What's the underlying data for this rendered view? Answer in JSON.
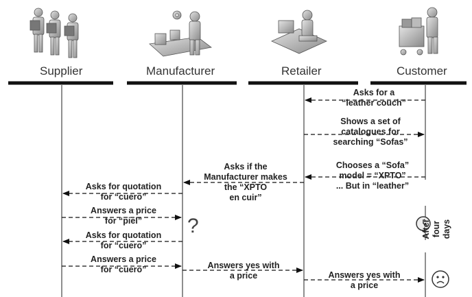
{
  "roles": [
    {
      "id": "supplier",
      "label": "Supplier"
    },
    {
      "id": "manufacturer",
      "label": "Manufacturer"
    },
    {
      "id": "retailer",
      "label": "Retailer"
    },
    {
      "id": "customer",
      "label": "Customer"
    }
  ],
  "messages": [
    {
      "lines": [
        "Asks for a",
        "“leather couch”"
      ],
      "from": "Customer",
      "to": "Retailer"
    },
    {
      "lines": [
        "Shows a set of",
        "catalogues for",
        "searching “Sofas”"
      ],
      "from": "Retailer",
      "to": "Customer"
    },
    {
      "lines": [
        "Chooses a “Sofa”",
        "model = “XPTO”",
        "... But in “leather”"
      ],
      "from": "Customer",
      "to": "Retailer"
    },
    {
      "lines": [
        "Asks if the",
        "Manufacturer makes",
        "the “XPTO",
        "en cuir”"
      ],
      "from": "Retailer",
      "to": "Manufacturer"
    },
    {
      "lines": [
        "Asks for quotation",
        "for “cuero”"
      ],
      "from": "Manufacturer",
      "to": "Supplier"
    },
    {
      "lines": [
        "Answers a price",
        "for “piel”"
      ],
      "from": "Supplier",
      "to": "Manufacturer"
    },
    {
      "lines": [
        "Asks for quotation",
        "for “cuero”"
      ],
      "from": "Manufacturer",
      "to": "Supplier"
    },
    {
      "lines": [
        "Answers a price",
        "for “cuero”"
      ],
      "from": "Supplier",
      "to": "Manufacturer"
    },
    {
      "lines": [
        "Answers yes with",
        "a price"
      ],
      "from": "Manufacturer",
      "to": "Retailer"
    },
    {
      "lines": [
        "Answers yes with",
        "a price"
      ],
      "from": "Retailer",
      "to": "Customer"
    }
  ],
  "question_mark": "?",
  "delay_note": [
    "After",
    "four days"
  ],
  "icons": [
    "supplier-workers-icon",
    "manufacturer-assembly-icon",
    "retailer-desk-icon",
    "customer-cart-icon",
    "clock-icon",
    "sad-face-icon"
  ],
  "colors": {
    "line": "#111111",
    "lifeline": "#444444"
  }
}
